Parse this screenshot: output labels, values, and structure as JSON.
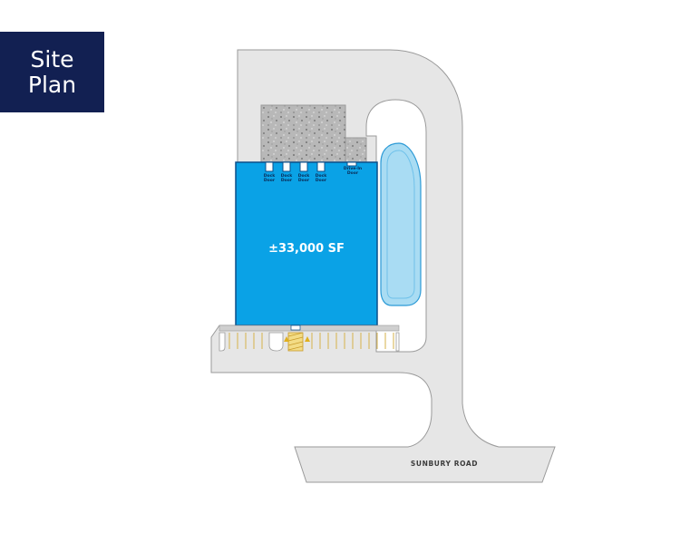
{
  "title": {
    "line1": "Site",
    "line2": "Plan"
  },
  "building": {
    "area_label": "±33,000 SF"
  },
  "doors": [
    {
      "line1": "Dock",
      "line2": "Door"
    },
    {
      "line1": "Dock",
      "line2": "Door"
    },
    {
      "line1": "Dock",
      "line2": "Door"
    },
    {
      "line1": "Dock",
      "line2": "Door"
    },
    {
      "line1": "Drive-In",
      "line2": "Door"
    }
  ],
  "road": {
    "name": "SUNBURY ROAD"
  },
  "colors": {
    "title_bg": "#122052",
    "building": "#0aa2e6",
    "pavement": "#e6e6e6",
    "pond": "#a9dcf3",
    "gravel": "#b8b8b8"
  }
}
